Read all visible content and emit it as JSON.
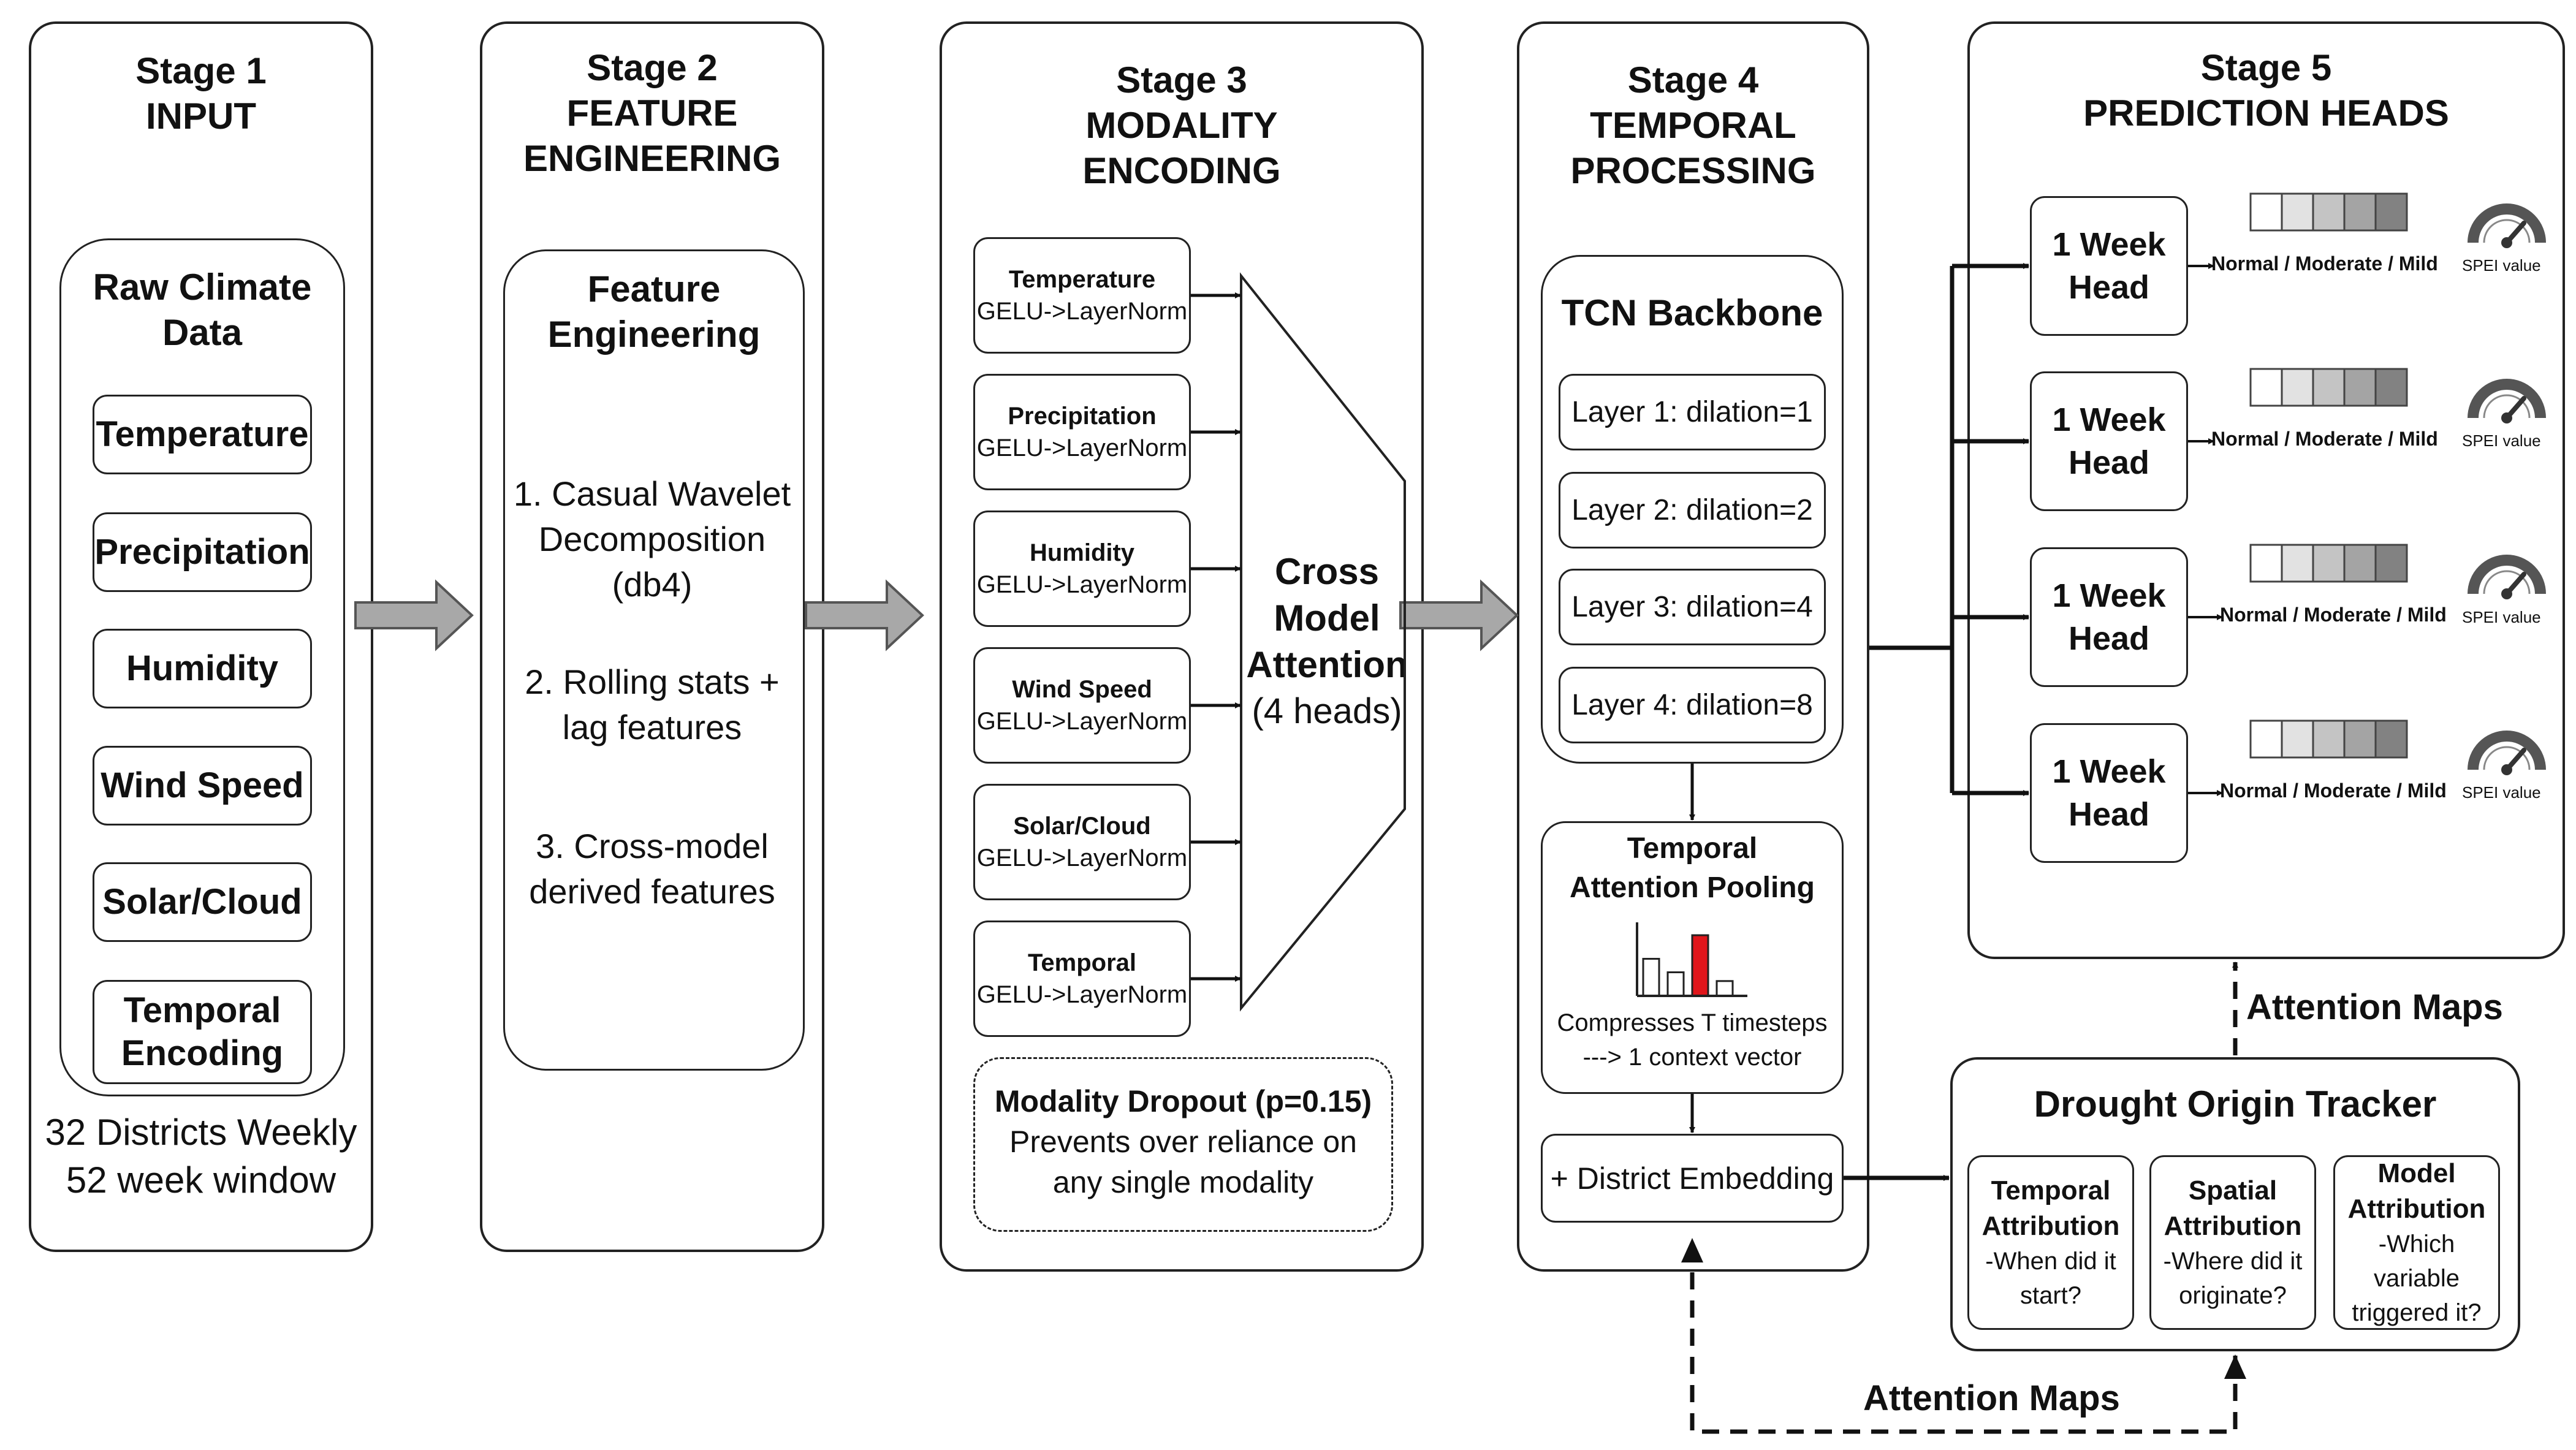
{
  "stage1": {
    "title": "Stage 1\nINPUT",
    "inner_title": "Raw Climate\nData",
    "items": [
      "Temperature",
      "Precipitation",
      "Humidity",
      "Wind Speed",
      "Solar/Cloud",
      "Temporal\nEncoding"
    ],
    "footer": "32 Districts Weekly\n52 week window"
  },
  "stage2": {
    "title": "Stage 2\nFEATURE\nENGINEERING",
    "inner_title": "Feature\nEngineering",
    "steps": [
      "1. Casual Wavelet\nDecomposition\n(db4)",
      "2. Rolling stats +\nlag features",
      "3. Cross-model\nderived features"
    ]
  },
  "stage3": {
    "title": "Stage 3\nMODALITY\nENCODING",
    "encoders": [
      {
        "name": "Temperature",
        "sub": "GELU->LayerNorm"
      },
      {
        "name": "Precipitation",
        "sub": "GELU->LayerNorm"
      },
      {
        "name": "Humidity",
        "sub": "GELU->LayerNorm"
      },
      {
        "name": "Wind Speed",
        "sub": "GELU->LayerNorm"
      },
      {
        "name": "Solar/Cloud",
        "sub": "GELU->LayerNorm"
      },
      {
        "name": "Temporal",
        "sub": "GELU->LayerNorm"
      }
    ],
    "attention_label": "Cross\nModel\nAttention",
    "attention_heads": "(4 heads)",
    "dropout_title": "Modality Dropout (p=0.15)",
    "dropout_text": "Prevents over reliance on\nany single modality"
  },
  "stage4": {
    "title": "Stage 4\nTEMPORAL\nPROCESSING",
    "backbone_title": "TCN Backbone",
    "layers": [
      "Layer 1: dilation=1",
      "Layer 2: dilation=2",
      "Layer 3: dilation=4",
      "Layer 4: dilation=8"
    ],
    "pooling_title": "Temporal\nAttention Pooling",
    "pooling_text": "Compresses T timesteps\n---> 1 context vector",
    "pooling_bars": [
      0.55,
      0.35,
      0.9,
      0.22
    ],
    "highlight_index": 2,
    "highlight_color": "#e0161b",
    "embedding": "+ District Embedding"
  },
  "stage5": {
    "title": "Stage 5\nPREDICTION HEADS",
    "heads": [
      {
        "label": "1 Week\nHead",
        "classes": "Normal / Moderate / Mild",
        "gauge": "SPEI value"
      },
      {
        "label": "1 Week\nHead",
        "classes": "Normal / Moderate / Mild",
        "gauge": "SPEI value"
      },
      {
        "label": "1 Week\nHead",
        "classes": "Normal / Moderate / Mild",
        "gauge": "SPEI value"
      },
      {
        "label": "1 Week\nHead",
        "classes": "Normal / Moderate / Mild",
        "gauge": "SPEI value"
      }
    ],
    "scale_colors": [
      "#ffffff",
      "#e2e2e2",
      "#c4c4c4",
      "#a4a4a4",
      "#828282"
    ]
  },
  "tracker": {
    "title": "Drought Origin Tracker",
    "cards": [
      {
        "title": "Temporal\nAttribution",
        "sub": "-When did it\nstart?"
      },
      {
        "title": "Spatial\nAttribution",
        "sub": "-Where did it\noriginate?"
      },
      {
        "title": "Model\nAttribution",
        "sub": "-Which\nvariable\ntriggered it?"
      }
    ]
  },
  "labels": {
    "attention_maps_top": "Attention Maps",
    "attention_maps_bottom": "Attention Maps"
  }
}
